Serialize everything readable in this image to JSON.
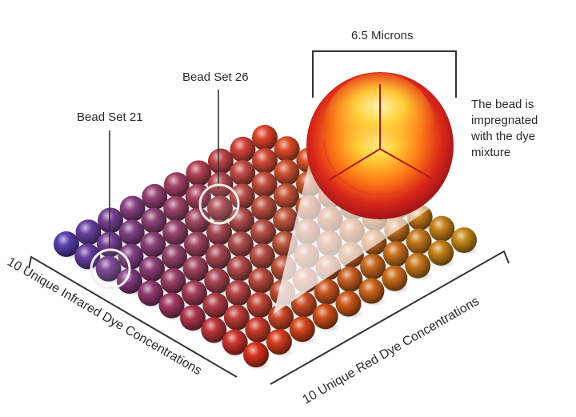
{
  "labels": {
    "size": "6.5 Microns",
    "bead_set_left": "Bead Set 21",
    "bead_set_right": "Bead Set 26",
    "description_lines": [
      "The bead is",
      "impregnated",
      "with the dye",
      "mixture"
    ],
    "axis_left": "10 Unique Infrared Dye Concentrations",
    "axis_right": "10 Unique Red Dye Concentrations"
  },
  "grid": {
    "rows": 10,
    "columns": 10
  },
  "colors": {
    "infrared_end": "#5a3fb0",
    "red_corner": "#d8321c",
    "red_end": "#c48a18",
    "far_corner": "#e0442a",
    "bead_core": "#fff17a",
    "bead_mid": "#ff8a1a",
    "bead_rim": "#8a0d1c",
    "text": "#2b2b2b"
  },
  "highlighted_beads": [
    "Bead Set 21",
    "Bead Set 26"
  ]
}
